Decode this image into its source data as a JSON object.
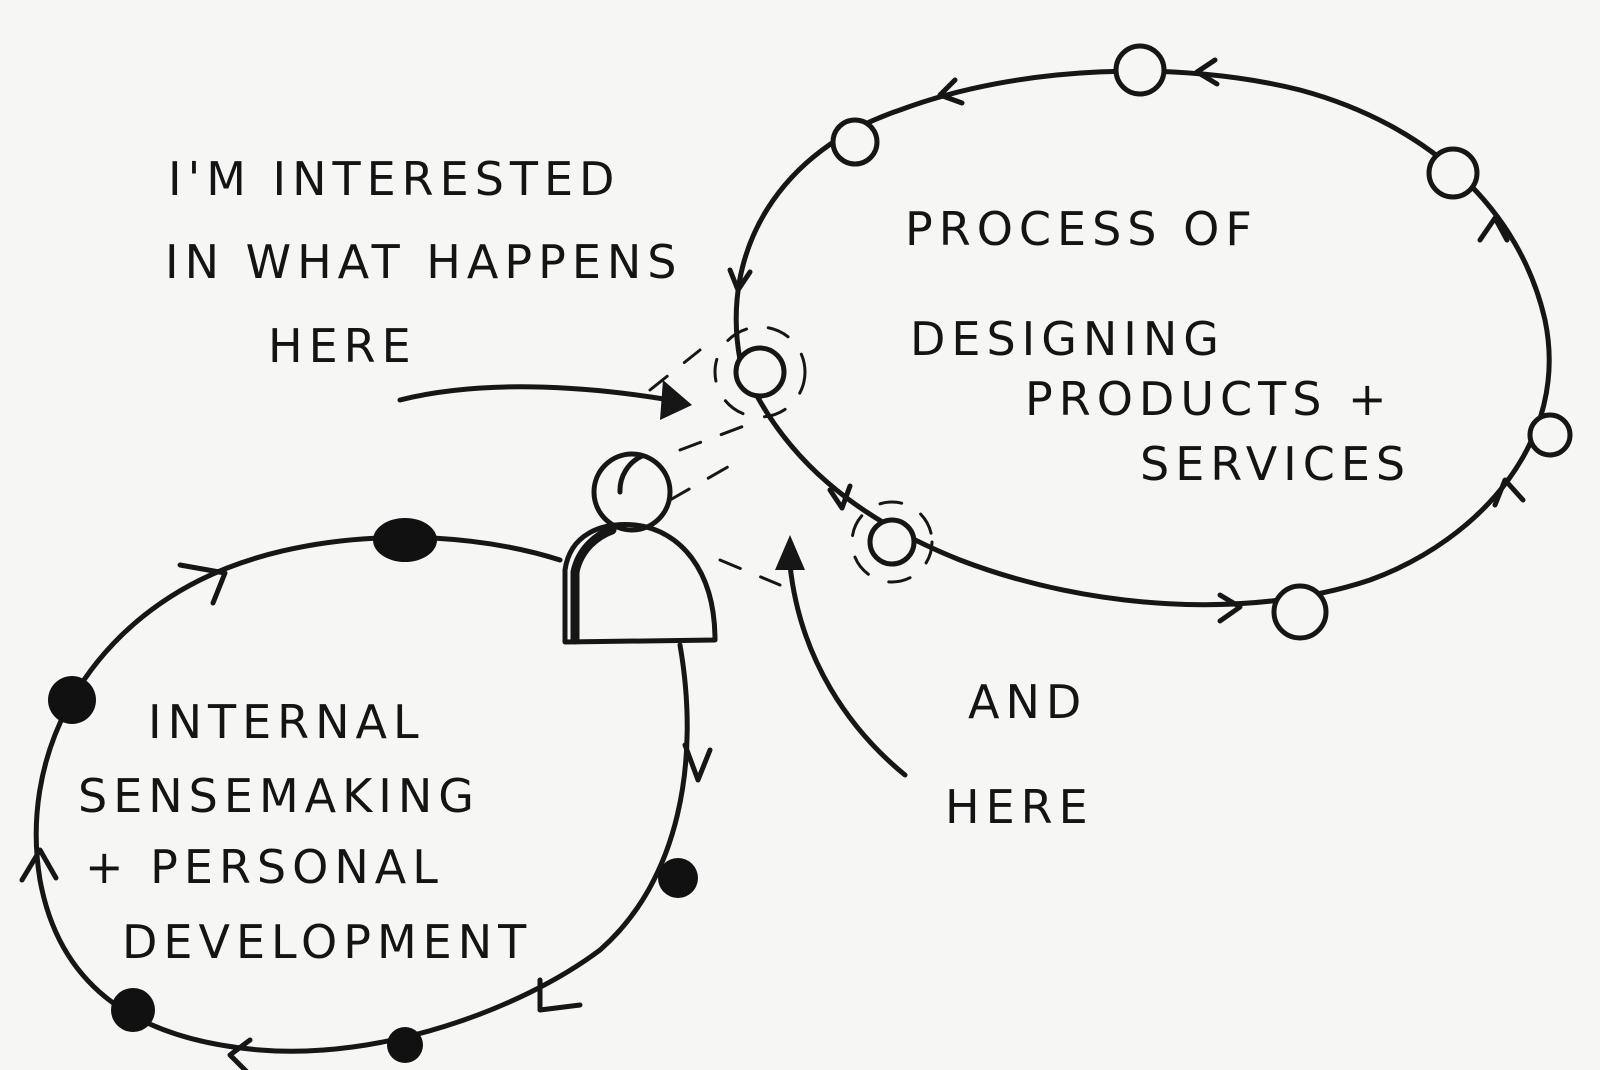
{
  "annotation_top": {
    "lines": [
      "I'M INTERESTED",
      "IN WHAT HAPPENS",
      "HERE"
    ]
  },
  "annotation_bottom": {
    "lines": [
      "AND",
      "HERE"
    ]
  },
  "loop_design": {
    "lines": [
      "PROCESS OF",
      "DESIGNING",
      "PRODUCTS +",
      "SERVICES"
    ]
  },
  "loop_personal": {
    "lines": [
      "INTERNAL",
      "SENSEMAKING",
      "+ PERSONAL",
      "DEVELOPMENT"
    ]
  }
}
